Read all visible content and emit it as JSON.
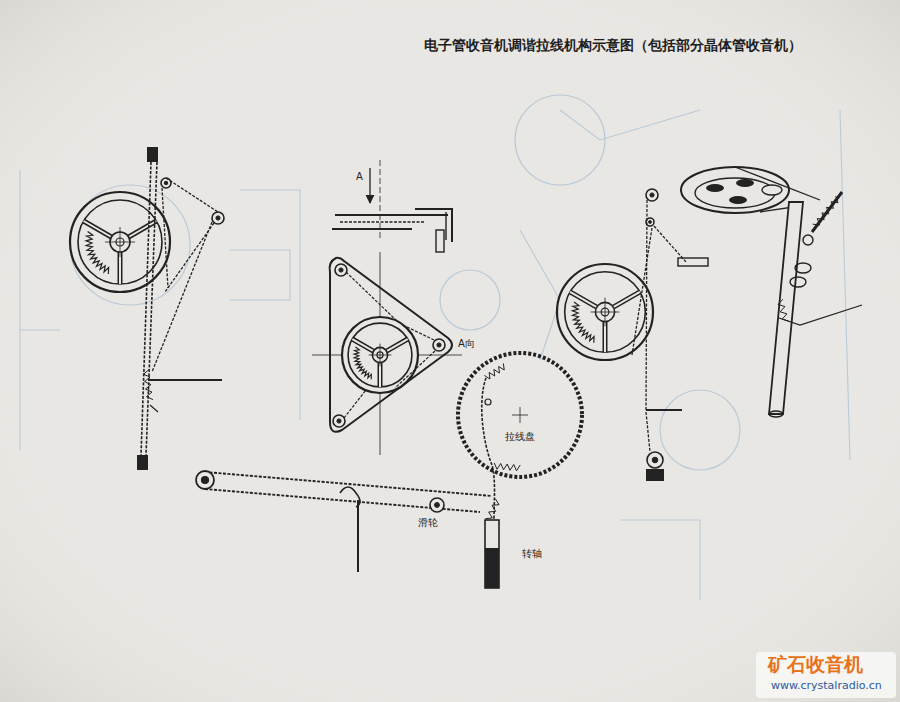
{
  "diagram": {
    "title": "电子管收音机调谐拉线机构示意图（包括部分晶体管收音机）",
    "labels": [
      "A",
      "A向",
      "拉线盘",
      "滑轮",
      "转轴",
      "矿石收音机",
      "www.crystalradio.cn"
    ]
  }
}
